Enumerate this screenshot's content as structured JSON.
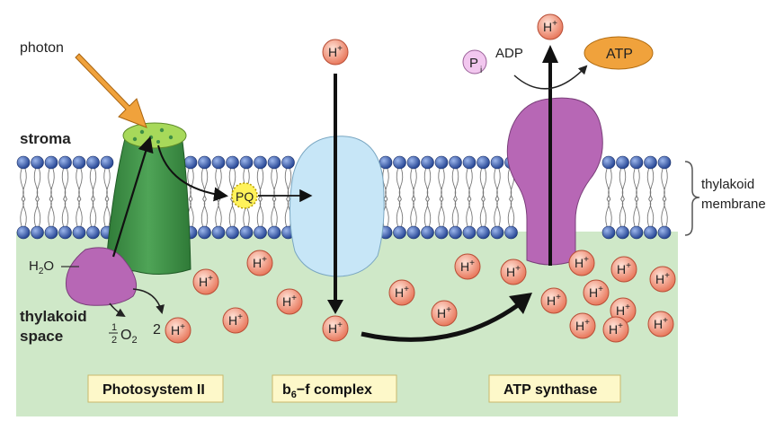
{
  "labels": {
    "photon": "photon",
    "stroma": "stroma",
    "thylakoid_space_1": "thylakoid",
    "thylakoid_space_2": "space",
    "membrane_1": "thylakoid",
    "membrane_2": "membrane",
    "water": "H",
    "water_sub": "2",
    "water_tail": "O",
    "oxygen_coef_num": "1",
    "oxygen_coef_den": "2",
    "oxygen": "O",
    "oxygen_sub": "2",
    "proton_coef": "2",
    "pq": "PQ",
    "pi": "P",
    "pi_sub": "i",
    "adp": "ADP",
    "atp": "ATP",
    "proton": "H",
    "proton_charge": "+"
  },
  "boxes": {
    "photosystem": "Photosystem II",
    "b6f_prefix": "b",
    "b6f_sub": "6",
    "b6f_suffix": "−f complex",
    "atp_synthase": "ATP synthase"
  },
  "colors": {
    "lumen": "#cfe8c8",
    "photosystem": "#3f8f46",
    "photosystem_top": "#a7d95a",
    "b6f": "#c7e6f7",
    "synthase": "#b767b5",
    "proton_fill": "#f2a48c",
    "atp_fill": "#f0a23c",
    "pq_fill": "#fff25a",
    "pi_fill": "#f2c7ef",
    "photon_arrow": "#f0a23c",
    "lipid_head": "#3b63b3",
    "label_box": "#fdf8c9"
  }
}
